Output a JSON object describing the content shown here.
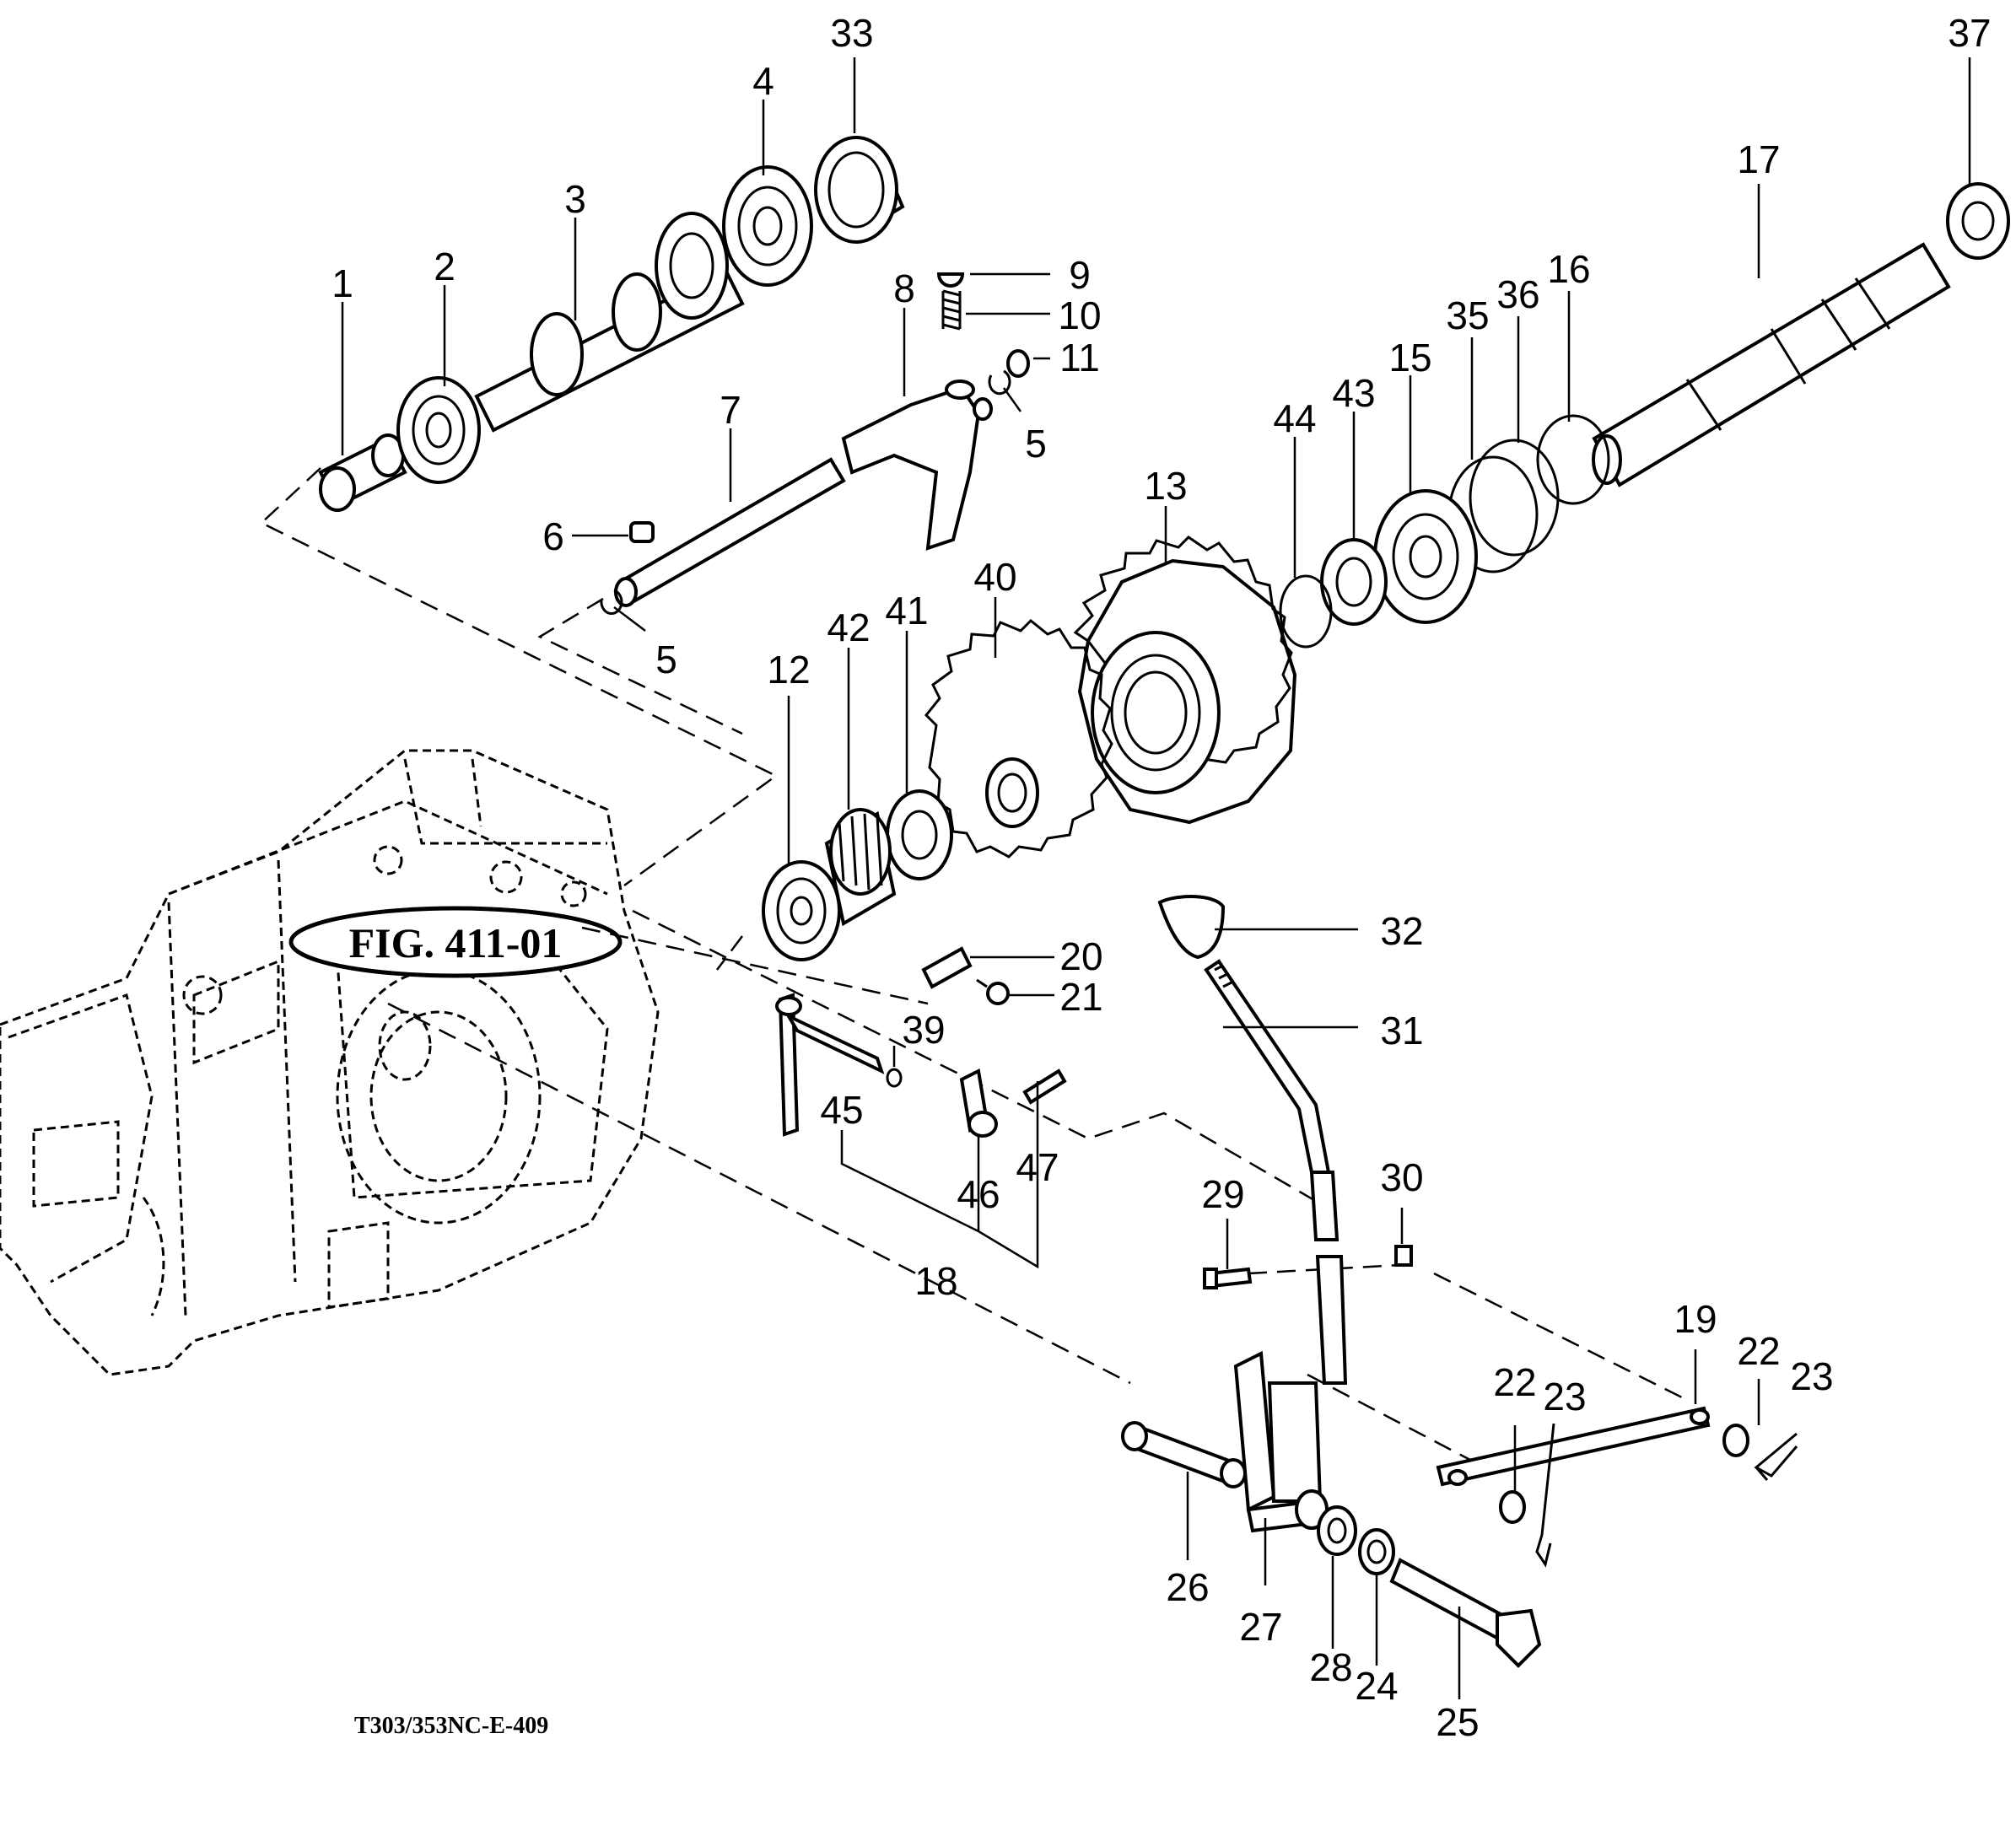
{
  "figure_ref": "FIG. 411-01",
  "drawing_code": "T303/353NC-E-409",
  "callouts": [
    "1",
    "2",
    "3",
    "4",
    "33",
    "9",
    "10",
    "11",
    "5",
    "8",
    "7",
    "6",
    "5",
    "37",
    "17",
    "16",
    "36",
    "35",
    "15",
    "43",
    "44",
    "13",
    "40",
    "41",
    "42",
    "12",
    "32",
    "20",
    "21",
    "39",
    "45",
    "46",
    "47",
    "31",
    "30",
    "29",
    "18",
    "19",
    "22",
    "23",
    "22",
    "23",
    "26",
    "27",
    "28",
    "24",
    "25"
  ]
}
